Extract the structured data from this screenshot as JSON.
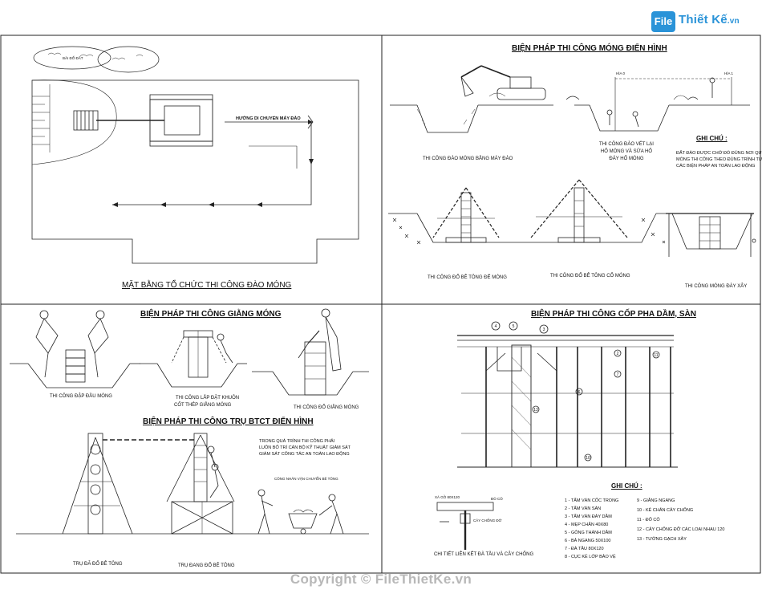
{
  "logo": {
    "icon_text": "File",
    "brand": "Thiết Kế",
    "domain": ".vn"
  },
  "watermark": "Copyright © FileThietKe.vn",
  "panels": {
    "excavation_plan": {
      "title": "MẶT BẰNG TỔ CHỨC THI CÔNG ĐÀO MÓNG",
      "direction_label": "HƯỚNG DI CHUYỂN MÁY ĐÀO",
      "soil_label": "BÃI ĐỔ ĐẤT"
    },
    "foundation_method": {
      "title": "BIỆN PHÁP THI CÔNG MÓNG ĐIỂN HÌNH",
      "cap_excavator": "THI CÔNG ĐÀO MÓNG BẰNG MÁY ĐÀO",
      "cap_manual": "THI CÔNG ĐÀO VÉT LẠI HỐ MÓNG VÀ SỬA HỐ ĐÁY HỐ MÓNG",
      "cap_footing": "THI CÔNG ĐỔ BÊ TÔNG ĐẾ MÓNG",
      "cap_neck": "THI CÔNG ĐỔ BÊ TÔNG CỔ MÓNG",
      "cap_fill": "THI CÔNG MÓNG ĐÀY XÂY",
      "note_title": "GHI CHÚ :",
      "note_lines": [
        "ĐẤT ĐÀO ĐƯỢC CHỞ ĐỔ ĐÚNG NƠI QUY ĐỊNH,",
        "MÓNG THI CÔNG THEO ĐÚNG TRÌNH TỰ",
        "CÁC BIỆN PHÁP AN TOÀN LAO ĐỘNG"
      ],
      "axis_a": "HÌA 0",
      "axis_b": "HÌA 1"
    },
    "tie_beam": {
      "title": "BIỆN PHÁP THI CÔNG GIẰNG MÓNG",
      "cap_1": "THI CÔNG ĐẬP ĐẦU MÓNG",
      "cap_2a": "THI CÔNG LẮP ĐẶT KHUÔN",
      "cap_2b": "CỐT THÉP GIẰNG MÓNG",
      "cap_3": "THI CÔNG ĐỔ GIẰNG MÓNG"
    },
    "column": {
      "title": "BIỆN PHÁP THI CÔNG TRỤ BTCT ĐIỂN HÌNH",
      "note_lines": [
        "TRONG QUÁ TRÌNH THI CÔNG PHẢI",
        "LUÔN BỐ TRÍ CÁN BỘ KỸ THUẬT GIÁM SÁT",
        "GIÁM SÁT CÔNG TÁC AN TOÀN LAO ĐỘNG"
      ],
      "worker_label": "CÔNG NHÂN VẬN CHUYỂN BÊ TÔNG",
      "cap_1": "TRỤ ĐÃ ĐỔ BÊ TÔNG",
      "cap_2": "TRỤ ĐANG ĐỔ BÊ TÔNG"
    },
    "formwork": {
      "title": "BIỆN PHÁP THI CÔNG CỐP PHA DẦM, SÀN",
      "cap_detail": "CHI TIẾT LIÊN KẾT ĐÀ TẦU VÀ CÂY CHỐNG",
      "detail_labels": [
        "XÀ GỒ 80X120",
        "ĐÒ CÔ",
        "CÂY CHỐNG ĐỠ"
      ],
      "note_title": "GHI CHÚ :",
      "notes_left": [
        "1 - TẤM VÁN CỐC TRONG",
        "2 - TẤM VÁN SÀN",
        "3 - TẤM VÁN ĐÁY DẦM",
        "4 - MẸP CHẮN 40X80",
        "5 - GÔNG THÀNH DẦM",
        "6 - BẢ NGANG 50X100",
        "7 - ĐÀ TẦU 80X120",
        "8 - CỤC KÊ LỚP BẢO VỆ"
      ],
      "notes_right": [
        "9 - GIẰNG NGANG",
        "10 - KÊ CHÂN CÂY CHỐNG",
        "11 - ĐỐ CÔ",
        "12 - CÂY CHỐNG ĐỠ CÁC LOẠI NHAU 120",
        "13 - TƯỜNG GẠCH XÂY"
      ]
    }
  }
}
